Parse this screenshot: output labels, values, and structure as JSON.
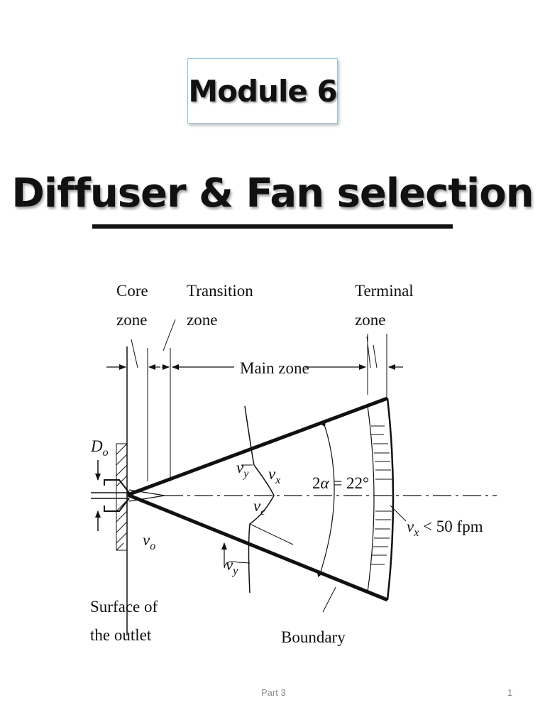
{
  "slide": {
    "module_label": "Module 6",
    "title": "Diffuser & Fan selection",
    "footer_center": "Part 3",
    "page_number": "1"
  },
  "diagram": {
    "core_zone": [
      "Core",
      "zone"
    ],
    "transition_zone": [
      "Transition",
      "zone"
    ],
    "terminal_zone": [
      "Terminal",
      "zone"
    ],
    "main_zone": "Main zone",
    "diameter": {
      "var": "D",
      "sub": "o"
    },
    "outlet_velocity": {
      "var": "v",
      "sub": "o"
    },
    "vy_upper": {
      "var": "v",
      "sub": "y"
    },
    "vx_profile": {
      "var": "v",
      "sub": "x"
    },
    "vc_centerline": {
      "var": "v",
      "sub": "c"
    },
    "vy_lower": {
      "var": "v",
      "sub": "y"
    },
    "angle": {
      "prefix": "2",
      "var": "α",
      "rest": " = 22°"
    },
    "terminal_velocity": {
      "var": "v",
      "sub": "x",
      "rest": " < 50 fpm"
    },
    "surface_of_outlet": [
      "Surface of",
      "the outlet"
    ],
    "boundary": "Boundary"
  }
}
